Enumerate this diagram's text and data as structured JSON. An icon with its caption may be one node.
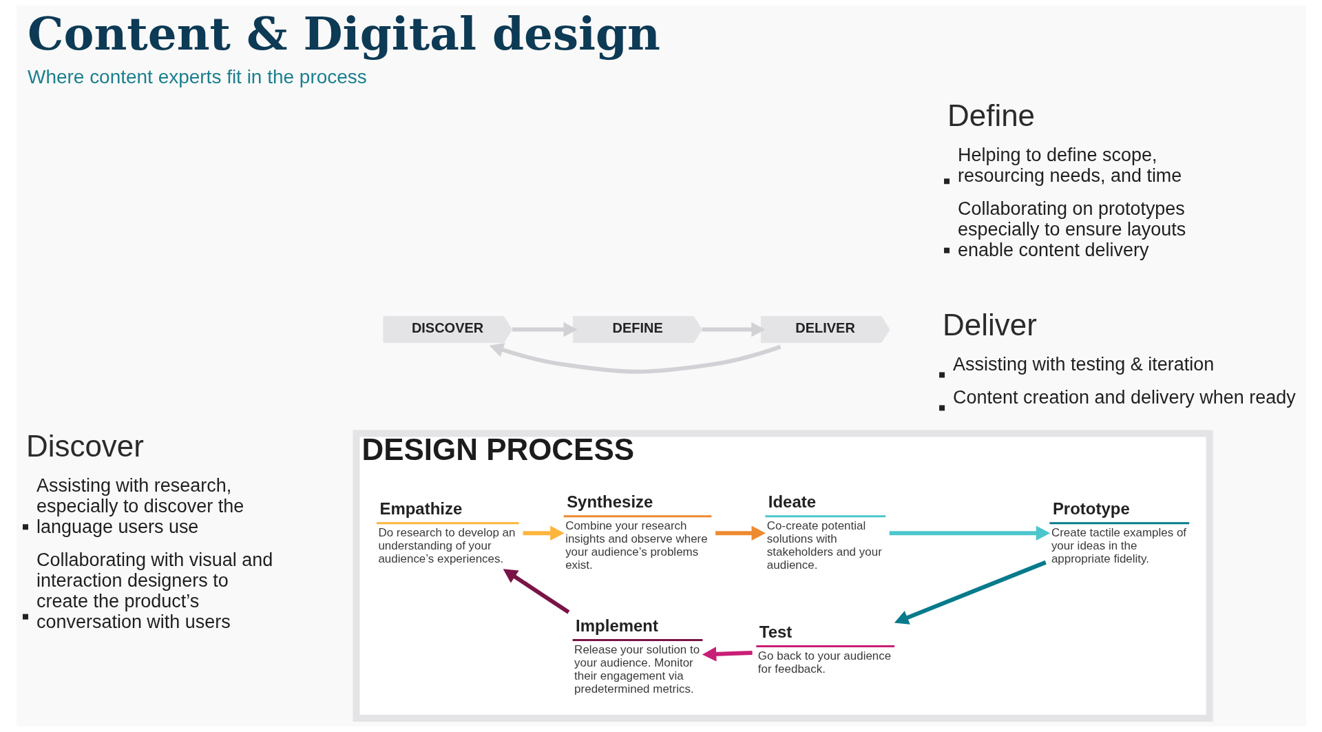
{
  "diagram": {
    "title": "Content & Digital design",
    "caption": "Where content experts fit in the process",
    "nodes": [
      {
        "text": [
          "DISCOVER"
        ]
      },
      {
        "text": [
          "DEFINE"
        ]
      },
      {
        "text": [
          "DESIGN PROCESS"
        ]
      },
      {
        "text": [
          "Synthesize",
          "Combine your research insights and observe where your audience’s problems exist."
        ],
        "in": 2
      },
      {
        "text": [
          "Ideate",
          "Co-create potential solutions with stakeholders and your audience."
        ],
        "in": 2
      },
      {
        "text": [
          "Empathize",
          "Do research to develop an understanding of your audience’s experiences."
        ],
        "in": 2
      },
      {
        "text": [
          "Prototype",
          "Create tactile examples of your ideas in the appropriate fidelity."
        ],
        "in": 2
      },
      {
        "text": [
          "Implement",
          "Release your solution to your audience. Monitor their engagement via predetermined metrics."
        ],
        "in": 2
      },
      {
        "text": [
          "Test",
          "Go back to your audience for feedback."
        ],
        "in": 2
      },
      {
        "text": [
          "DELIVER"
        ]
      }
    ],
    "edges": [
      {
        "from": 5,
        "to": 3,
        "arrow": "to",
        "color": "#fdb53c"
      },
      {
        "from": 3,
        "to": 4,
        "arrow": "to",
        "color": "#ee8a30"
      },
      {
        "from": 4,
        "to": 6,
        "arrow": "to",
        "color": "#4cc6cd"
      },
      {
        "from": 6,
        "to": 8,
        "arrow": "to",
        "color": "#077b8c"
      },
      {
        "from": 8,
        "to": 7,
        "arrow": "to",
        "color": "#c81f76"
      },
      {
        "from": 7,
        "to": 5,
        "arrow": "to",
        "color": "#7a1446"
      },
      {
        "from": 0,
        "to": 1,
        "arrow": "to",
        "color": "#d2d2d6"
      },
      {
        "from": 1,
        "to": 9,
        "arrow": "to",
        "color": "#d2d2d6"
      },
      {
        "from": 9,
        "to": 0,
        "arrow": "to",
        "color": "#d2d2d6"
      }
    ],
    "labels": [
      "Discover",
      "Assisting with research, especially to discover the language users use",
      "Collaborating with visual and interaction designers to create the product’s conversation with users",
      "Define",
      "Helping to define scope, resourcing needs, and time",
      "Collaborating on prototypes especially to ensure layouts enable content delivery",
      "Deliver",
      "Assisting with testing & iteration",
      "Content creation and delivery when ready"
    ]
  }
}
